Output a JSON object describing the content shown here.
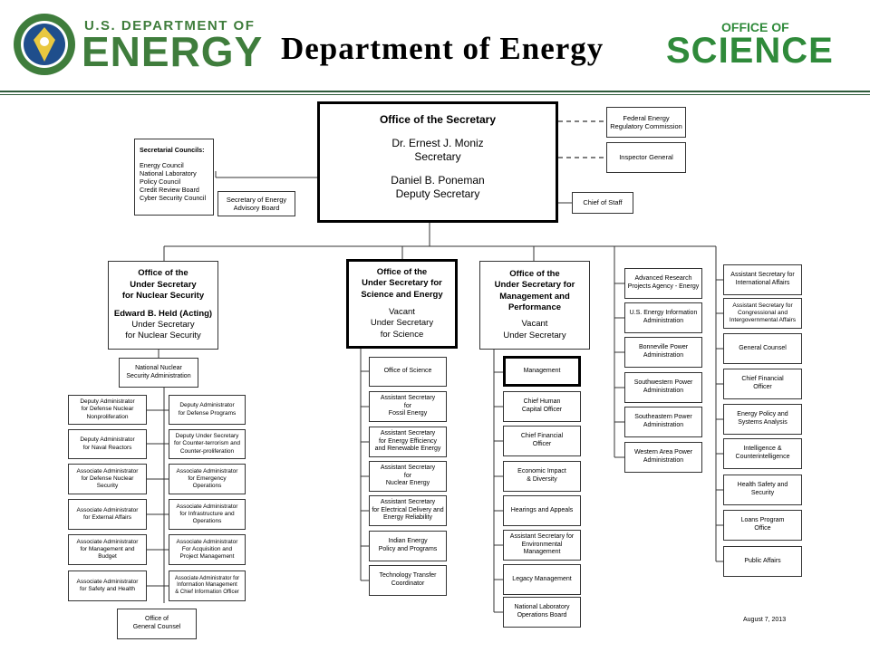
{
  "header": {
    "doe_line1": "U.S. DEPARTMENT OF",
    "doe_line2": "ENERGY",
    "title": "Department of Energy",
    "science_line1": "OFFICE OF",
    "science_line2": "SCIENCE",
    "doe_green": "#3f7d3c",
    "science_green": "#2f8a3a"
  },
  "secretary": {
    "heading": "Office of the Secretary",
    "secretary_name": "Dr. Ernest J. Moniz",
    "secretary_title": "Secretary",
    "deputy_name": "Daniel B. Poneman",
    "deputy_title": "Deputy Secretary"
  },
  "councils": {
    "heading": "Secretarial Councils:",
    "items": "Energy Council\nNational Laboratory\nPolicy Council\nCredit Review Board\nCyber Security Council"
  },
  "advisory_board": "Secretary of Energy\nAdvisory Board",
  "ferc": "Federal Energy\nRegulatory Commission",
  "inspector_general": "Inspector General",
  "chief_of_staff": "Chief of Staff",
  "nuclear_security": {
    "heading": "Office of the\nUnder Secretary\nfor Nuclear Security",
    "name": "Edward B. Held (Acting)",
    "title": "Under Secretary\nfor Nuclear Security",
    "nnsa": "National Nuclear\nSecurity Administration",
    "left": [
      "Deputy Administrator\nfor Defense Nuclear\nNonproliferation",
      "Deputy Administrator\nfor Naval Reactors",
      "Associate Administrator\nfor Defense Nuclear\nSecurity",
      "Associate Administrator\nfor External Affairs",
      "Associate Administrator\nfor Management and\nBudget",
      "Associate Administrator\nfor Safety and Health"
    ],
    "right": [
      "Deputy Administrator\nfor Defense Programs",
      "Deputy Under Secretary\nfor Counter-terrorism and\nCounter-proliferation",
      "Associate Administrator\nfor Emergency\nOperations",
      "Associate Administrator\nfor Infrastructure and\nOperations",
      "Associate Administrator\nFor Acquisition and\nProject Management",
      "Associate Administrator for\nInformation Management\n& Chief Information Officer"
    ],
    "general_counsel": "Office of\nGeneral Counsel"
  },
  "science_energy": {
    "heading": "Office of the\nUnder Secretary for\nScience and Energy",
    "status": "Vacant\nUnder Secretary\nfor Science",
    "items": [
      "Office of Science",
      "Assistant Secretary\nfor\nFossil Energy",
      "Assistant Secretary\nfor Energy Efficiency\nand Renewable Energy",
      "Assistant Secretary\nfor\nNuclear Energy",
      "Assistant Secretary\nfor Electrical Delivery and\nEnergy Reliability",
      "Indian Energy\nPolicy and Programs",
      "Technology Transfer\nCoordinator"
    ]
  },
  "management": {
    "heading": "Office of the\nUnder Secretary for\nManagement and\nPerformance",
    "status": "Vacant\nUnder Secretary",
    "items": [
      "Management",
      "Chief Human\nCapital Officer",
      "Chief Financial\nOfficer",
      "Economic Impact\n& Diversity",
      "Hearings and Appeals",
      "Assistant Secretary for\nEnvironmental\nManagement",
      "Legacy Management",
      "National Laboratory\nOperations Board"
    ]
  },
  "column4": [
    "Advanced Research\nProjects Agency - Energy",
    "U.S. Energy Information\nAdministration",
    "Bonneville Power\nAdministration",
    "Southwestern Power\nAdministration",
    "Southeastern Power\nAdministration",
    "Western Area Power\nAdministration"
  ],
  "column5": [
    "Assistant Secretary for\nInternational Affairs",
    "Assistant Secretary for\nCongressional and\nIntergovernmental Affairs",
    "General Counsel",
    "Chief Financial\nOfficer",
    "Energy Policy and\nSystems Analysis",
    "Intelligence &\nCounterintelligence",
    "Health Safety and\nSecurity",
    "Loans Program\nOffice",
    "Public Affairs"
  ],
  "date": "August 7, 2013"
}
